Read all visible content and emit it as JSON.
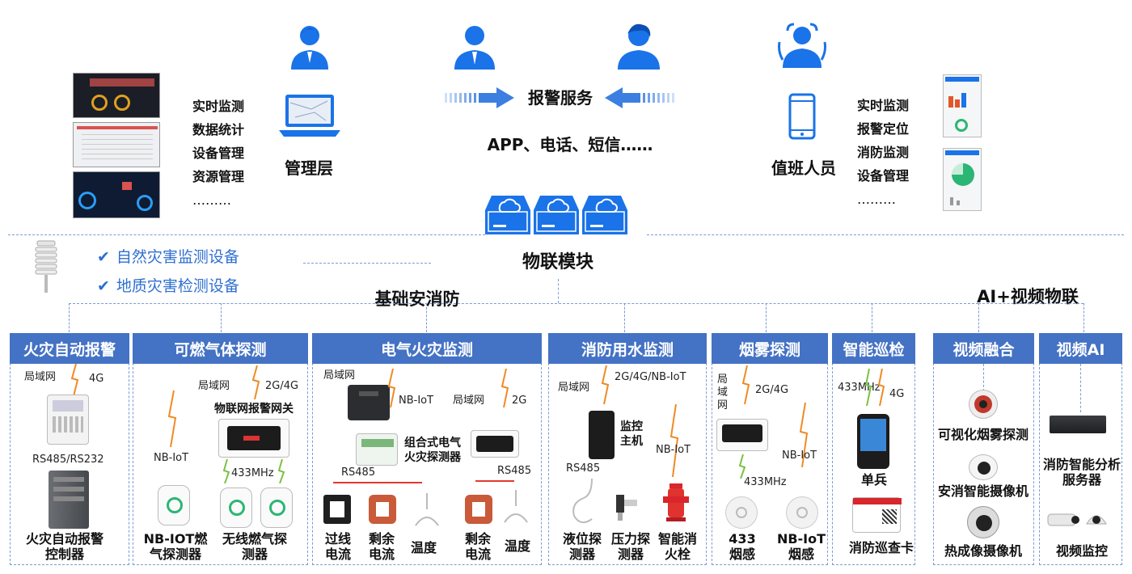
{
  "top": {
    "mgmt_list": [
      "实时监测",
      "数据统计",
      "设备管理",
      "资源管理",
      "………"
    ],
    "mgmt_label": "管理层",
    "alarm_title": "报警服务",
    "alarm_sub": "APP、电话、短信……",
    "duty_label": "值班人员",
    "duty_list": [
      "实时监测",
      "报警定位",
      "消防监测",
      "设备管理",
      "………"
    ],
    "iot_module": "物联模块"
  },
  "disaster": {
    "items": [
      "自然灾害监测设备",
      "地质灾害检测设备"
    ]
  },
  "groups": {
    "basic": "基础安消防",
    "ai": "AI+视频物联"
  },
  "columns": {
    "fire": {
      "title": "火灾自动报警",
      "lan": "局域网",
      "net": "4G",
      "bus": "RS485/RS232",
      "device": "火灾自动报警控制器"
    },
    "gas": {
      "title": "可燃气体探测",
      "lan": "局域网",
      "net": "2G/4G",
      "gateway": "物联网报警网关",
      "nbiot": "NB-IoT",
      "rf": "433MHz",
      "dev1": "NB-IOT燃气探测器",
      "dev2": "无线燃气探测器"
    },
    "elec": {
      "title": "电气火灾监测",
      "lan1": "局域网",
      "nbiot": "NB-IoT",
      "lan2": "局域网",
      "net2": "2G",
      "combo": "组合式电气火灾探测器",
      "rs485a": "RS485",
      "rs485b": "RS485",
      "s1": "过线电流",
      "s2": "剩余电流",
      "s3": "温度",
      "s4": "剩余电流",
      "s5": "温度"
    },
    "water": {
      "title": "消防用水监测",
      "lan": "局域网",
      "net": "2G/4G/NB-IoT",
      "host": "监控主机",
      "rs485": "RS485",
      "nbiot": "NB-IoT",
      "d1": "液位探测器",
      "d2": "压力探测器",
      "d3": "智能消火栓"
    },
    "smoke": {
      "title": "烟雾探测",
      "lan": "局域网",
      "net": "2G/4G",
      "nbiot": "NB-IoT",
      "rf": "433MHz",
      "d1": "433烟感",
      "d2": "NB-IoT烟感"
    },
    "patrol": {
      "title": "智能巡检",
      "rf": "433MHz",
      "net": "4G",
      "d1": "单兵",
      "d2": "消防巡查卡"
    },
    "fusion": {
      "title": "视频融合",
      "d1": "可视化烟雾探测",
      "d2": "安消智能摄像机",
      "d3": "热成像摄像机"
    },
    "videoai": {
      "title": "视频AI",
      "d1": "消防智能分析服务器",
      "d2": "视频监控"
    }
  },
  "colors": {
    "accent": "#4472c4",
    "icon_blue": "#1a73e8",
    "signal_orange": "#f08a24",
    "signal_green": "#7cc142",
    "check_blue": "#2f6fd1"
  }
}
